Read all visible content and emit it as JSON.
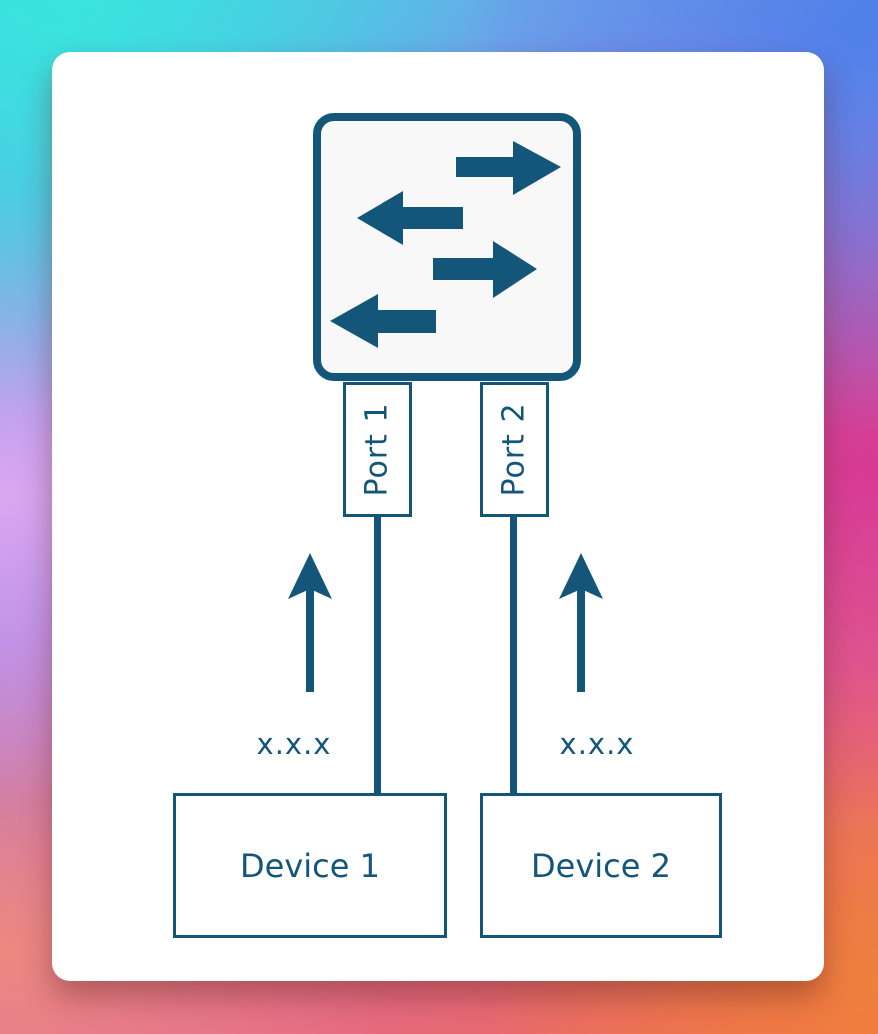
{
  "colors": {
    "accent": "#14567a",
    "switch_fill": "#f8f8f8",
    "card": "#ffffff"
  },
  "switch": {
    "icon": "workgroup-switch-bidirectional-arrows"
  },
  "ports": [
    {
      "label": "Port 1"
    },
    {
      "label": "Port 2"
    }
  ],
  "link_labels": [
    {
      "text": "x.x.x"
    },
    {
      "text": "x.x.x"
    }
  ],
  "devices": [
    {
      "label": "Device 1"
    },
    {
      "label": "Device 2"
    }
  ]
}
